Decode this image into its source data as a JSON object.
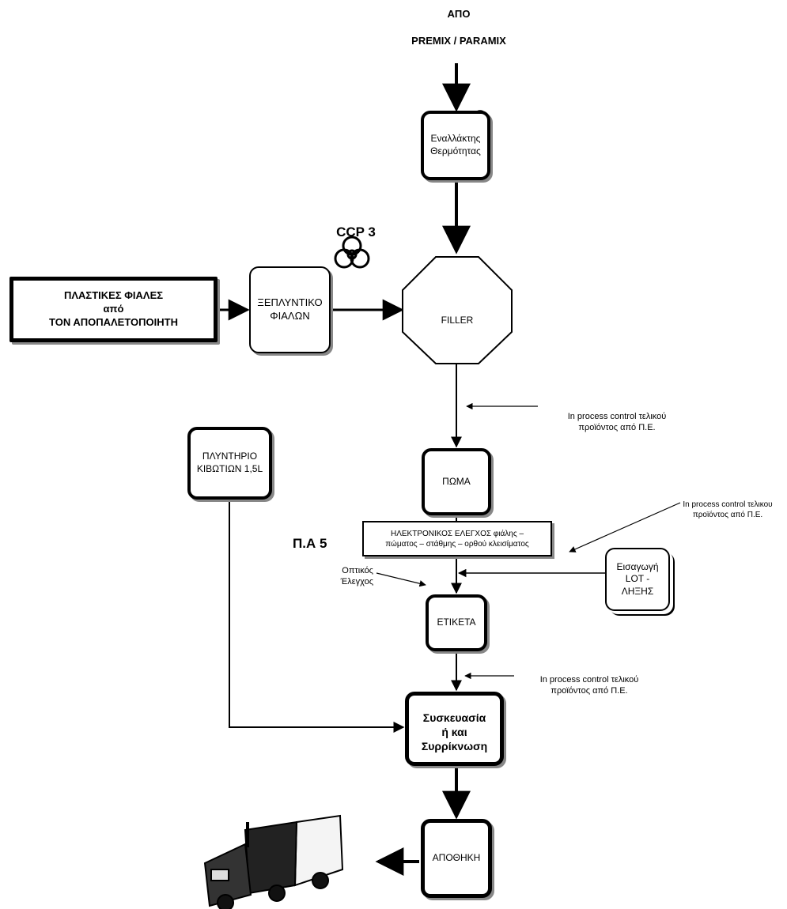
{
  "diagram": {
    "source_line1": "ΑΠΟ",
    "source_line2": "PREMIX / PARAMIX",
    "ccp_label": "CCP 3",
    "heat_exchanger": [
      "Εναλλάκτης",
      "Θερμότητας"
    ],
    "plastic_bottles": [
      "ΠΛΑΣΤΙΚΕΣ ΦΙΑΛΕΣ",
      "από",
      "ΤΟΝ ΑΠΟΠΑΛΕΤΟΠΟΙΗΤΗ"
    ],
    "rinser": [
      "ΞΕΠΛΥΝΤΙΚΟ",
      "ΦΙΑΛΩΝ"
    ],
    "filler": "FILLER",
    "ipc_1": [
      "In process control τελικού",
      "προϊόντος από Π.Ε."
    ],
    "crate_washer": [
      "ΠΛΥΝΤΗΡΙΟ",
      "ΚΙΒΩΤΙΩΝ 1,5L"
    ],
    "cap": "ΠΩΜΑ",
    "ipc_2": [
      "In process control τελικου",
      "προϊόντος από Π.Ε."
    ],
    "pa_label": "Π.Α 5",
    "electronic_check": [
      "ΗΛΕΚΤΡΟΝΙΚΟΣ ΕΛΕΓΧΟΣ φιάλης –",
      "πώματος – στάθμης – ορθού κλεισίματος"
    ],
    "visual_check": [
      "Οπτικός",
      "Έλεγχος"
    ],
    "lot_entry": [
      "Εισαγωγή",
      "LOT -",
      "ΛΗΞΗΣ"
    ],
    "label_box": "ΕΤΙΚΕΤΑ",
    "ipc_3": [
      "In process control τελικού",
      "προϊόντος από Π.Ε."
    ],
    "packaging": [
      "Συσκευασία",
      "ή και",
      "Συρρίκνωση"
    ],
    "warehouse": "ΑΠΟΘΗΚΗ"
  },
  "icons": [
    "biohazard-icon",
    "gauge-icon",
    "truck-icon"
  ]
}
